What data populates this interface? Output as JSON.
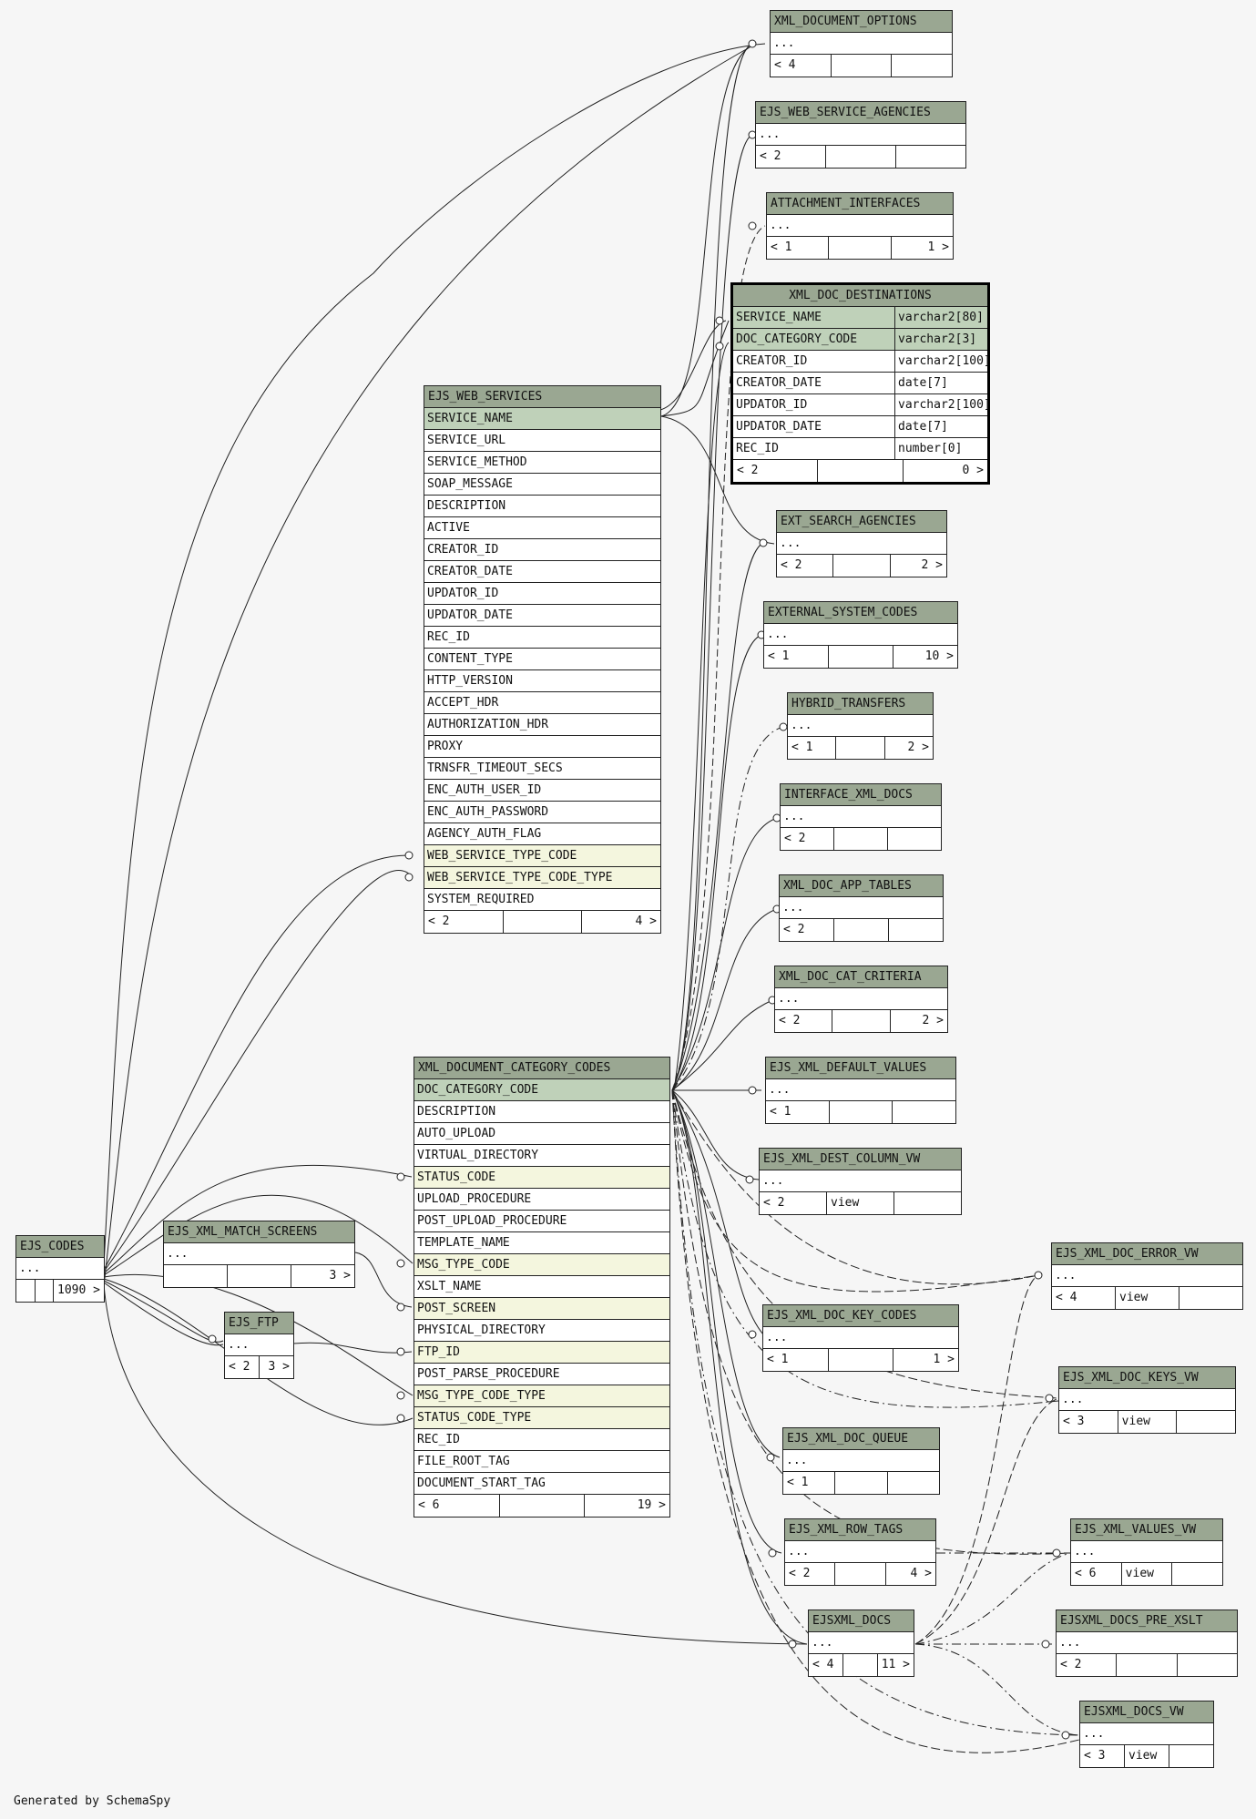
{
  "footer": "Generated by SchemaSpy",
  "colors": {
    "header": "#9aa792",
    "primary_key": "#bfd1b9",
    "foreign_key": "#f4f6de",
    "line": "#222222"
  },
  "tables": [
    {
      "id": "xml_document_options",
      "name": "XML_DOCUMENT_OPTIONS",
      "rows": [
        {
          "n": "..."
        }
      ],
      "foot": [
        "< 4",
        "",
        ""
      ]
    },
    {
      "id": "ejs_web_service_agencies",
      "name": "EJS_WEB_SERVICE_AGENCIES",
      "rows": [
        {
          "n": "..."
        }
      ],
      "foot": [
        "< 2",
        "",
        ""
      ]
    },
    {
      "id": "attachment_interfaces",
      "name": "ATTACHMENT_INTERFACES",
      "rows": [
        {
          "n": "..."
        }
      ],
      "foot": [
        "< 1",
        "",
        "1 >"
      ]
    },
    {
      "id": "xml_doc_destinations",
      "name": "XML_DOC_DESTINATIONS",
      "focus": true,
      "rows": [
        {
          "n": "SERVICE_NAME",
          "t": "varchar2[80]",
          "k": "pk"
        },
        {
          "n": "DOC_CATEGORY_CODE",
          "t": "varchar2[3]",
          "k": "pk"
        },
        {
          "n": "CREATOR_ID",
          "t": "varchar2[100]"
        },
        {
          "n": "CREATOR_DATE",
          "t": "date[7]"
        },
        {
          "n": "UPDATOR_ID",
          "t": "varchar2[100]"
        },
        {
          "n": "UPDATOR_DATE",
          "t": "date[7]"
        },
        {
          "n": "REC_ID",
          "t": "number[0]"
        }
      ],
      "foot": [
        "< 2",
        "",
        "0 >"
      ]
    },
    {
      "id": "ejs_web_services",
      "name": "EJS_WEB_SERVICES",
      "rows": [
        {
          "n": "SERVICE_NAME",
          "k": "pk"
        },
        {
          "n": "SERVICE_URL"
        },
        {
          "n": "SERVICE_METHOD"
        },
        {
          "n": "SOAP_MESSAGE"
        },
        {
          "n": "DESCRIPTION"
        },
        {
          "n": "ACTIVE"
        },
        {
          "n": "CREATOR_ID"
        },
        {
          "n": "CREATOR_DATE"
        },
        {
          "n": "UPDATOR_ID"
        },
        {
          "n": "UPDATOR_DATE"
        },
        {
          "n": "REC_ID"
        },
        {
          "n": "CONTENT_TYPE"
        },
        {
          "n": "HTTP_VERSION"
        },
        {
          "n": "ACCEPT_HDR"
        },
        {
          "n": "AUTHORIZATION_HDR"
        },
        {
          "n": "PROXY"
        },
        {
          "n": "TRNSFR_TIMEOUT_SECS"
        },
        {
          "n": "ENC_AUTH_USER_ID"
        },
        {
          "n": "ENC_AUTH_PASSWORD"
        },
        {
          "n": "AGENCY_AUTH_FLAG"
        },
        {
          "n": "WEB_SERVICE_TYPE_CODE",
          "k": "fk"
        },
        {
          "n": "WEB_SERVICE_TYPE_CODE_TYPE",
          "k": "fk"
        },
        {
          "n": "SYSTEM_REQUIRED"
        }
      ],
      "foot": [
        "< 2",
        "",
        "4 >"
      ]
    },
    {
      "id": "ext_search_agencies",
      "name": "EXT_SEARCH_AGENCIES",
      "rows": [
        {
          "n": "..."
        }
      ],
      "foot": [
        "< 2",
        "",
        "2 >"
      ]
    },
    {
      "id": "external_system_codes",
      "name": "EXTERNAL_SYSTEM_CODES",
      "rows": [
        {
          "n": "..."
        }
      ],
      "foot": [
        "< 1",
        "",
        "10 >"
      ]
    },
    {
      "id": "hybrid_transfers",
      "name": "HYBRID_TRANSFERS",
      "rows": [
        {
          "n": "..."
        }
      ],
      "foot": [
        "< 1",
        "",
        "2 >"
      ]
    },
    {
      "id": "interface_xml_docs",
      "name": "INTERFACE_XML_DOCS",
      "rows": [
        {
          "n": "..."
        }
      ],
      "foot": [
        "< 2",
        "",
        ""
      ]
    },
    {
      "id": "xml_doc_app_tables",
      "name": "XML_DOC_APP_TABLES",
      "rows": [
        {
          "n": "..."
        }
      ],
      "foot": [
        "< 2",
        "",
        ""
      ]
    },
    {
      "id": "xml_doc_cat_criteria",
      "name": "XML_DOC_CAT_CRITERIA",
      "rows": [
        {
          "n": "..."
        }
      ],
      "foot": [
        "< 2",
        "",
        "2 >"
      ]
    },
    {
      "id": "xml_document_category_codes",
      "name": "XML_DOCUMENT_CATEGORY_CODES",
      "rows": [
        {
          "n": "DOC_CATEGORY_CODE",
          "k": "pk"
        },
        {
          "n": "DESCRIPTION"
        },
        {
          "n": "AUTO_UPLOAD"
        },
        {
          "n": "VIRTUAL_DIRECTORY"
        },
        {
          "n": "STATUS_CODE",
          "k": "fk"
        },
        {
          "n": "UPLOAD_PROCEDURE"
        },
        {
          "n": "POST_UPLOAD_PROCEDURE"
        },
        {
          "n": "TEMPLATE_NAME"
        },
        {
          "n": "MSG_TYPE_CODE",
          "k": "fk"
        },
        {
          "n": "XSLT_NAME"
        },
        {
          "n": "POST_SCREEN",
          "k": "fk"
        },
        {
          "n": "PHYSICAL_DIRECTORY"
        },
        {
          "n": "FTP_ID",
          "k": "fk"
        },
        {
          "n": "POST_PARSE_PROCEDURE"
        },
        {
          "n": "MSG_TYPE_CODE_TYPE",
          "k": "fk"
        },
        {
          "n": "STATUS_CODE_TYPE",
          "k": "fk"
        },
        {
          "n": "REC_ID"
        },
        {
          "n": "FILE_ROOT_TAG"
        },
        {
          "n": "DOCUMENT_START_TAG"
        }
      ],
      "foot": [
        "< 6",
        "",
        "19 >"
      ]
    },
    {
      "id": "ejs_xml_default_values",
      "name": "EJS_XML_DEFAULT_VALUES",
      "rows": [
        {
          "n": "..."
        }
      ],
      "foot": [
        "< 1",
        "",
        ""
      ]
    },
    {
      "id": "ejs_xml_dest_column_vw",
      "name": "EJS_XML_DEST_COLUMN_VW",
      "rows": [
        {
          "n": "..."
        }
      ],
      "foot": [
        "< 2",
        "view",
        ""
      ]
    },
    {
      "id": "ejs_codes",
      "name": "EJS_CODES",
      "rows": [
        {
          "n": "..."
        }
      ],
      "foot": [
        "",
        "",
        "1090 >"
      ]
    },
    {
      "id": "ejs_xml_match_screens",
      "name": "EJS_XML_MATCH_SCREENS",
      "rows": [
        {
          "n": "..."
        }
      ],
      "foot": [
        "",
        "",
        "3 >"
      ]
    },
    {
      "id": "ejs_ftp",
      "name": "EJS_FTP",
      "rows": [
        {
          "n": "..."
        }
      ],
      "foot": [
        "< 2",
        "3 >"
      ]
    },
    {
      "id": "ejs_xml_doc_error_vw",
      "name": "EJS_XML_DOC_ERROR_VW",
      "rows": [
        {
          "n": "..."
        }
      ],
      "foot": [
        "< 4",
        "view",
        ""
      ]
    },
    {
      "id": "ejs_xml_doc_key_codes",
      "name": "EJS_XML_DOC_KEY_CODES",
      "rows": [
        {
          "n": "..."
        }
      ],
      "foot": [
        "< 1",
        "",
        "1 >"
      ]
    },
    {
      "id": "ejs_xml_doc_keys_vw",
      "name": "EJS_XML_DOC_KEYS_VW",
      "rows": [
        {
          "n": "..."
        }
      ],
      "foot": [
        "< 3",
        "view",
        ""
      ]
    },
    {
      "id": "ejs_xml_doc_queue",
      "name": "EJS_XML_DOC_QUEUE",
      "rows": [
        {
          "n": "..."
        }
      ],
      "foot": [
        "< 1",
        "",
        ""
      ]
    },
    {
      "id": "ejs_xml_row_tags",
      "name": "EJS_XML_ROW_TAGS",
      "rows": [
        {
          "n": "..."
        }
      ],
      "foot": [
        "< 2",
        "",
        "4 >"
      ]
    },
    {
      "id": "ejs_xml_values_vw",
      "name": "EJS_XML_VALUES_VW",
      "rows": [
        {
          "n": "..."
        }
      ],
      "foot": [
        "< 6",
        "view",
        ""
      ]
    },
    {
      "id": "ejsxml_docs",
      "name": "EJSXML_DOCS",
      "rows": [
        {
          "n": "..."
        }
      ],
      "foot": [
        "< 4",
        "",
        "11 >"
      ]
    },
    {
      "id": "ejsxml_docs_pre_xslt",
      "name": "EJSXML_DOCS_PRE_XSLT",
      "rows": [
        {
          "n": "..."
        }
      ],
      "foot": [
        "< 2",
        "",
        ""
      ]
    },
    {
      "id": "ejsxml_docs_vw",
      "name": "EJSXML_DOCS_VW",
      "rows": [
        {
          "n": "..."
        }
      ],
      "foot": [
        "< 3",
        "view",
        ""
      ]
    }
  ]
}
